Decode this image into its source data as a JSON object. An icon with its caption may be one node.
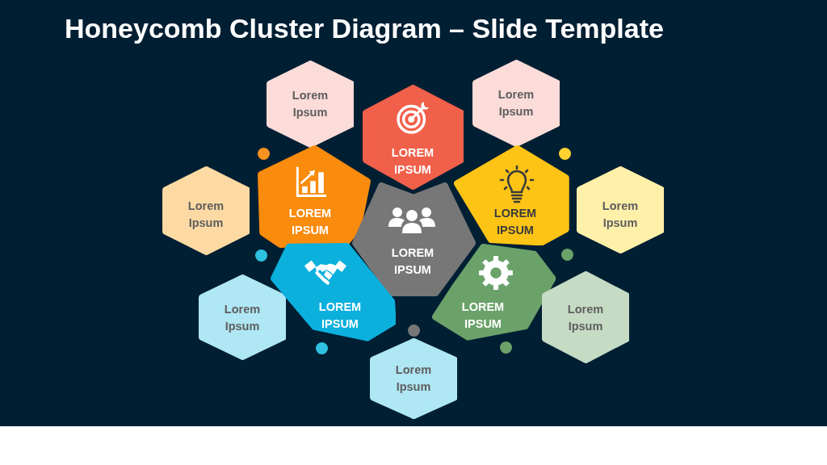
{
  "diagram": {
    "title": "Honeycomb Cluster Diagram – Slide Template",
    "nodes": [
      {
        "text": [
          "Lorem Ipsum"
        ]
      },
      {
        "text": [
          "LOREM IPSUM"
        ]
      },
      {
        "text": [
          "Lorem Ipsum"
        ]
      },
      {
        "text": [
          "Lorem Ipsum"
        ]
      },
      {
        "text": [
          "LOREM IPSUM"
        ]
      },
      {
        "text": [
          "LOREM IPSUM"
        ]
      },
      {
        "text": [
          "LOREM IPSUM"
        ]
      },
      {
        "text": [
          "Lorem Ipsum"
        ]
      },
      {
        "text": [
          "Lorem Ipsum"
        ]
      },
      {
        "text": [
          "LOREM IPSUM"
        ]
      },
      {
        "text": [
          "LOREM IPSUM"
        ]
      },
      {
        "text": [
          "Lorem Ipsum"
        ]
      },
      {
        "text": [
          "Lorem Ipsum"
        ]
      }
    ]
  }
}
